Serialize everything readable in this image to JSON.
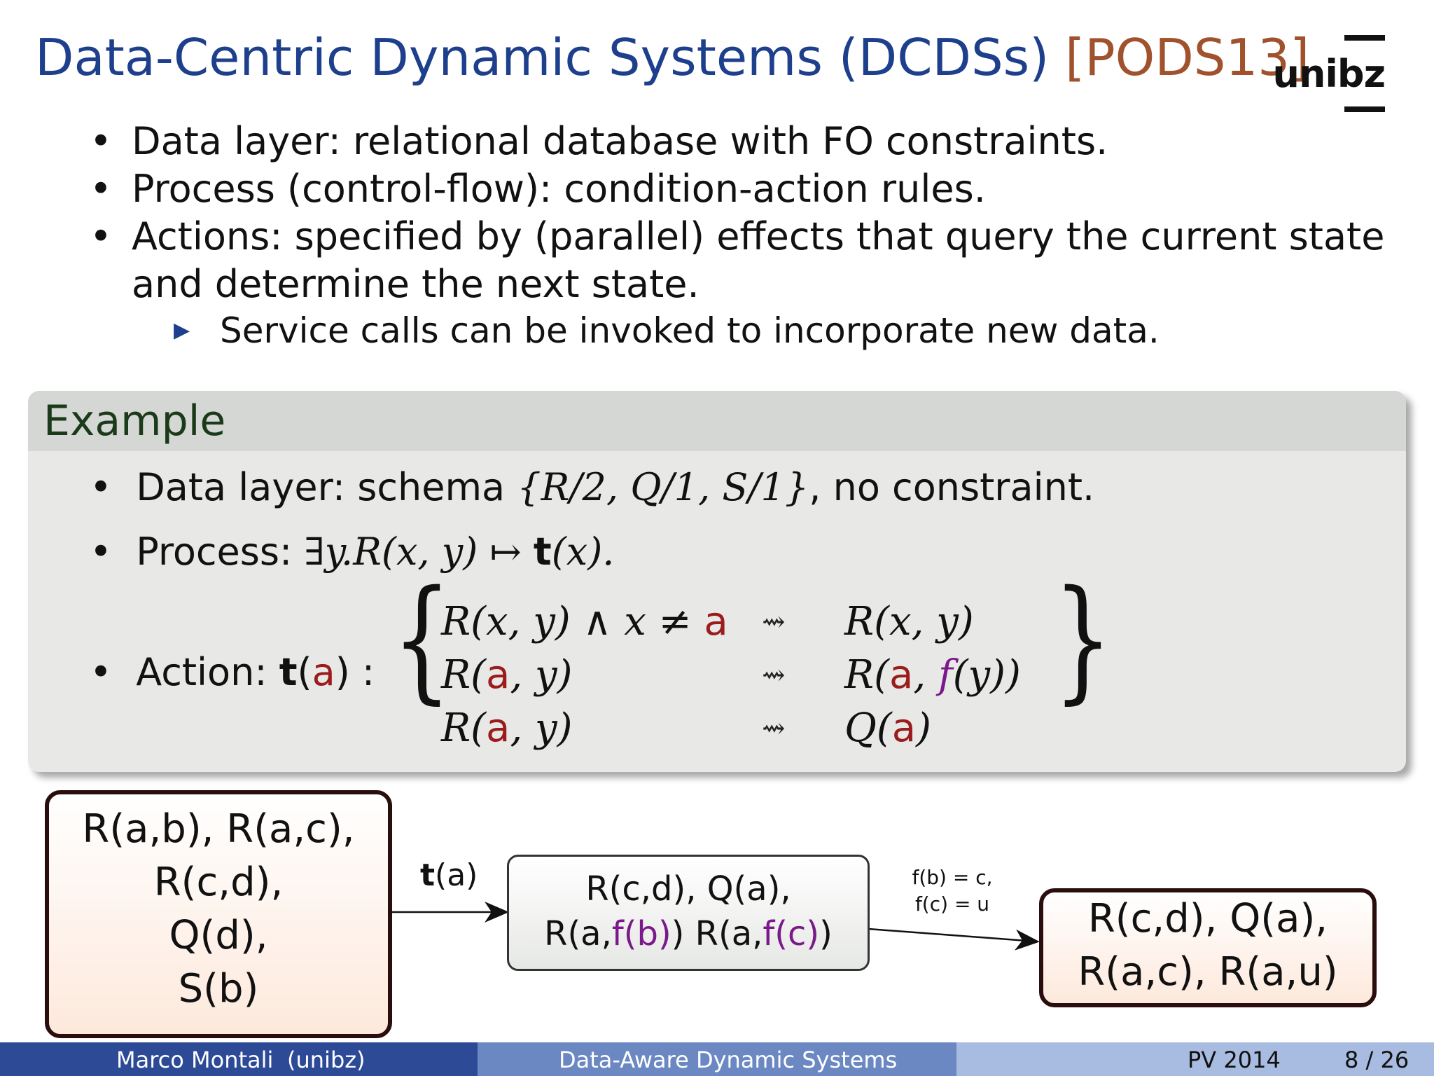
{
  "title": {
    "main": "Data-Centric Dynamic Systems (DCDSs)",
    "cite": "[PODS13]"
  },
  "logo": {
    "text": "unibz"
  },
  "bullets": [
    "Data layer: relational database with FO constraints.",
    "Process (control-flow): condition-action rules.",
    "Actions: specified by (parallel) effects that query the current state and determine the next state."
  ],
  "sub_bullet": "Service calls can be invoked to incorporate new data.",
  "example": {
    "heading": "Example",
    "data_layer_label": "Data layer: schema",
    "schema": "{R/2, Q/1, S/1}",
    "data_layer_suffix": ", no constraint.",
    "process_label": "Process:",
    "process_formula": "∃y.R(x, y) ↦",
    "process_t": "t",
    "process_arg": "(x).",
    "action_label": "Action:",
    "action_t": "t",
    "action_arg": "a",
    "effects": [
      {
        "lhs_pre": "R(x, y) ∧ x ≠ ",
        "lhs_const": "a",
        "lhs_post": "",
        "rhs_pre": "R(x, y)",
        "rhs_const": "",
        "rhs_func": "",
        "rhs_post": ""
      },
      {
        "lhs_pre": "R(",
        "lhs_const": "a",
        "lhs_post": ", y)",
        "rhs_pre": "R(",
        "rhs_const": "a",
        "rhs_func": "f",
        "rhs_post": "(y))"
      },
      {
        "lhs_pre": "R(",
        "lhs_const": "a",
        "lhs_post": ", y)",
        "rhs_pre": "Q(",
        "rhs_const": "a",
        "rhs_func": "",
        "rhs_post": ")"
      }
    ],
    "leads_to": "⇝"
  },
  "diagram": {
    "state1_lines": [
      "R(a,b), R(a,c),",
      "R(c,d),",
      "Q(d),",
      "S(b)"
    ],
    "edge1_t": "t",
    "edge1_arg": "(a)",
    "state2_line1": "R(c,d), Q(a),",
    "state2_line2": [
      "R(a,",
      "f(b)",
      ") R(a,",
      "f(c)",
      ")"
    ],
    "edge2_label1": "f(b) = c,",
    "edge2_label2": "f(c) = u",
    "state3_lines": [
      "R(c,d), Q(a),",
      "R(a,c), R(a,u)"
    ]
  },
  "footer": {
    "author": "Marco Montali",
    "affiliation": "(unibz)",
    "talk": "Data-Aware Dynamic Systems",
    "venue": "PV 2014",
    "page": "8 / 26"
  },
  "colors": {
    "title": "#1d3f8c",
    "cite": "#a0522d",
    "constant": "#9b1c1c",
    "function": "#7a1a8a"
  }
}
